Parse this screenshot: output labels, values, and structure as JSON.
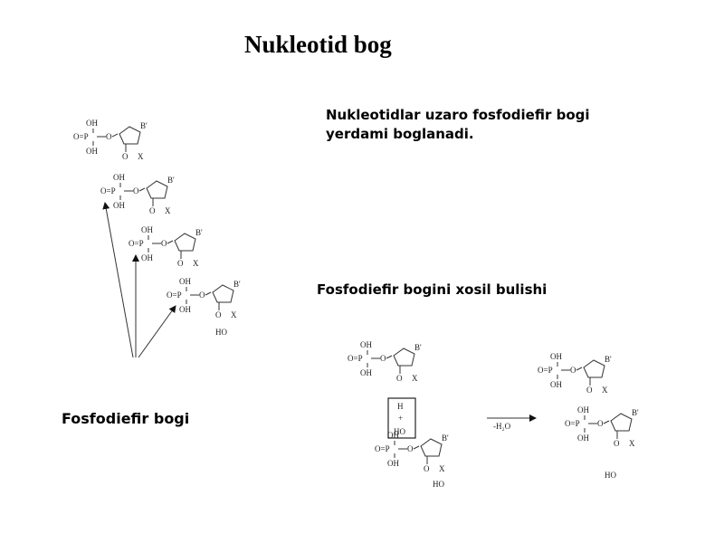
{
  "title": "Nukleotid bog",
  "description": "Nukleotidlar  uzaro  fosfodiefir bogi yerdami boglanadi.",
  "subheading": "Fosfodiefir bogini xosil bulishi",
  "bond_label": "Fosfodiefir  bogi",
  "reaction_arrow_label": "-H₂O"
}
